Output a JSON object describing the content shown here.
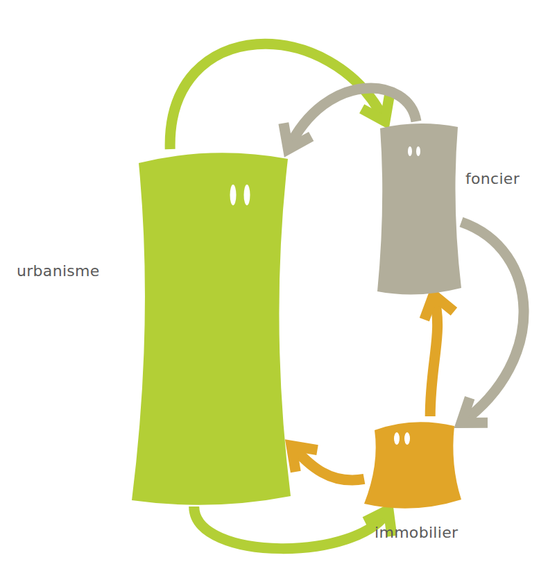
{
  "diagram": {
    "nodes": [
      {
        "text": [
          "urbanisme"
        ]
      },
      {
        "text": [
          "foncier"
        ]
      },
      {
        "text": [
          "immobilier"
        ]
      }
    ],
    "edges": [
      {
        "from": 0,
        "to": 1,
        "arrow": "to"
      },
      {
        "from": 1,
        "to": 0,
        "arrow": "to"
      },
      {
        "from": 1,
        "to": 2,
        "arrow": "to"
      },
      {
        "from": 2,
        "to": 1,
        "arrow": "to"
      },
      {
        "from": 2,
        "to": 0,
        "arrow": "to"
      },
      {
        "from": 0,
        "to": 2,
        "arrow": "to"
      }
    ]
  }
}
